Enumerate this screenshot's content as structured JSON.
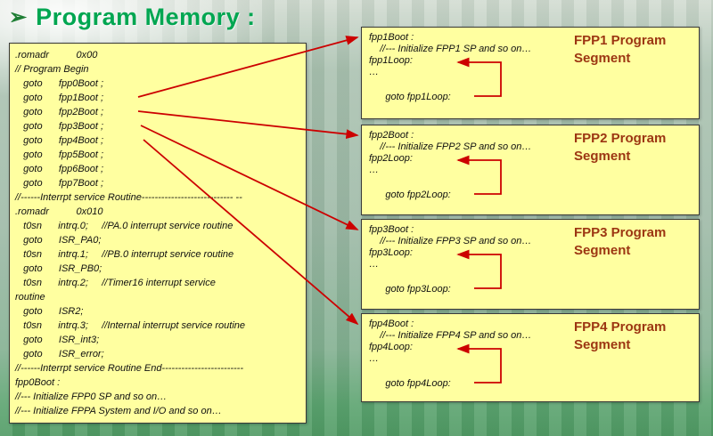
{
  "slide": {
    "bullet": "➢",
    "title": "Program Memory :"
  },
  "colors": {
    "title_green": "#00a651",
    "box_fill_yellow": "#ffffa0",
    "segment_title_red": "#9c3612",
    "arrow_red": "#cc0000",
    "code_text": "#101010"
  },
  "memory_listing": {
    "lines": [
      ".romadr          0x00",
      "// Program Begin",
      "   goto      fpp0Boot ;",
      "   goto      fpp1Boot ;",
      "   goto      fpp2Boot ;",
      "   goto      fpp3Boot ;",
      "   goto      fpp4Boot ;",
      "   goto      fpp5Boot ;",
      "   goto      fpp6Boot ;",
      "   goto      fpp7Boot ;",
      "//------Interrpt service Routine---------------------------- --",
      ".romadr          0x010",
      "   t0sn      intrq.0;     //PA.0 interrupt service routine",
      "   goto      ISR_PA0;",
      "   t0sn      intrq.1;     //PB.0 interrupt service routine",
      "   goto      ISR_PB0;",
      "   t0sn      intrq.2;     //Timer16 interrupt service",
      "routine",
      "   goto      ISR2;",
      "   t0sn      intrq.3;     //Internal interrupt service routine",
      "   goto      ISR_int3;",
      "   goto      ISR_error;",
      "//------Interrpt service Routine End-------------------------",
      "fpp0Boot :",
      "//--- Initialize FPP0 SP and so on…",
      "//--- Initialize FPPA System and I/O and so on…"
    ]
  },
  "segments": [
    {
      "title": "FPP1 Program Segment",
      "code": [
        "fpp1Boot :",
        "    //--- Initialize FPP1 SP and so on…",
        "fpp1Loop:",
        "…",
        "      goto fpp1Loop:"
      ]
    },
    {
      "title": "FPP2 Program Segment",
      "code": [
        "fpp2Boot :",
        "    //--- Initialize FPP2 SP and so on…",
        "fpp2Loop:",
        "…",
        "      goto fpp2Loop:"
      ]
    },
    {
      "title": "FPP3 Program Segment",
      "code": [
        "fpp3Boot :",
        "    //--- Initialize FPP3 SP and so on…",
        "fpp3Loop:",
        "…",
        "      goto fpp3Loop:"
      ]
    },
    {
      "title": "FPP4 Program Segment",
      "code": [
        "fpp4Boot :",
        "    //--- Initialize FPP4 SP and so on…",
        "fpp4Loop:",
        "…",
        "      goto fpp4Loop:"
      ]
    }
  ]
}
